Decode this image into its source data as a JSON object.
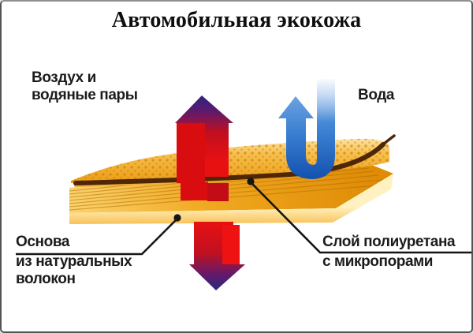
{
  "title": "Автомобильная экокожа",
  "labels": {
    "air": {
      "line1": "Воздух и",
      "line2": "водяные пары"
    },
    "water": "Вода",
    "base": {
      "line1": "Основа",
      "line2": "из натуральных",
      "line3": "волокон"
    },
    "polyurethane": {
      "line1": "Слой полиуретана",
      "line2": "с микропорами"
    }
  },
  "colors": {
    "vapor_arrow_red": "#ee1212",
    "vapor_arrow_tip_purple": "#2b2380",
    "water_arrow_blue": "#3a7fd2",
    "layer_orange": "#f0a81f",
    "layer_front_light": "#fff2c0",
    "polyurethane_brown": "#4f2606",
    "callout_black": "#151515",
    "background": "#ffffff"
  }
}
